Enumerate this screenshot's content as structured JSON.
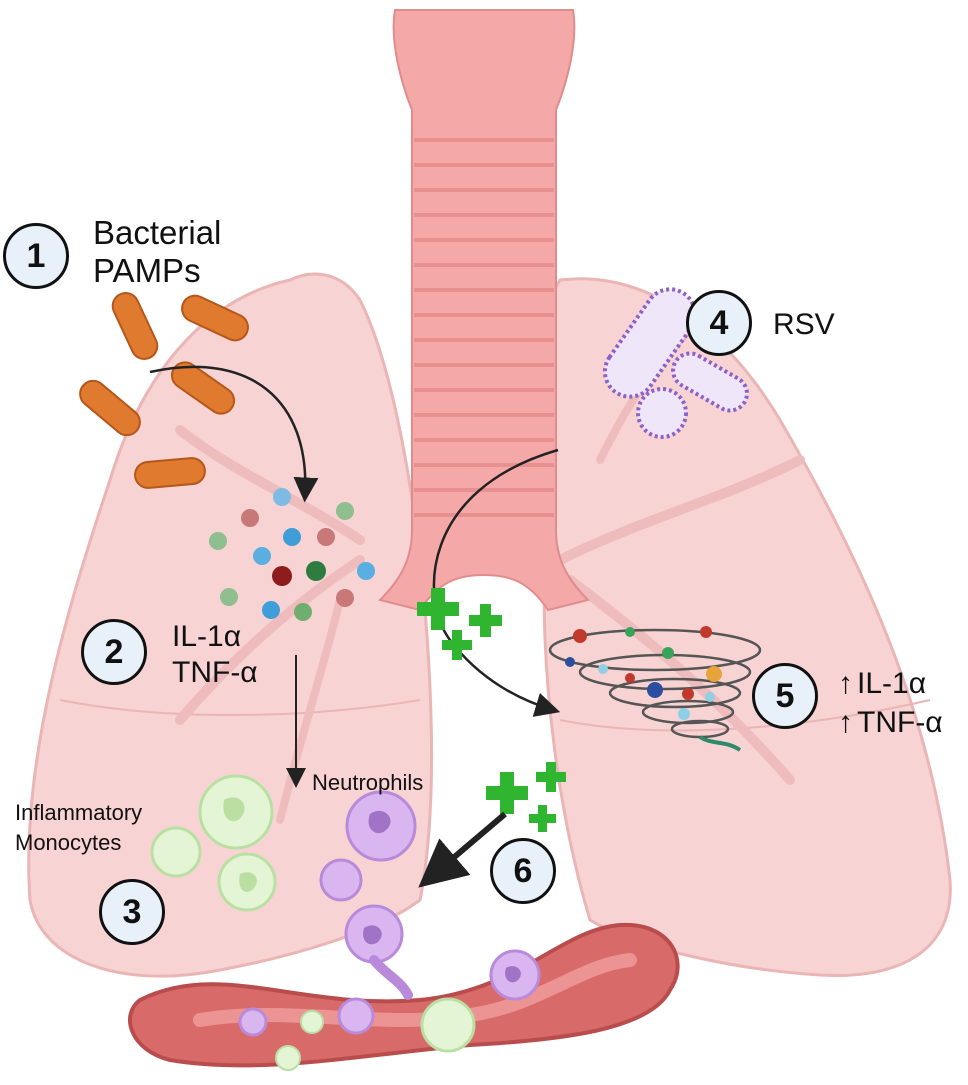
{
  "steps": [
    {
      "number": "1",
      "label_lines": [
        "Bacterial",
        "PAMPs"
      ]
    },
    {
      "number": "2",
      "label_lines": [
        "IL-1α",
        "TNF-α"
      ]
    },
    {
      "number": "3",
      "label_lines": [
        "Inflammatory",
        "Monocytes"
      ]
    },
    {
      "number": "4",
      "label_lines": [
        "RSV"
      ]
    },
    {
      "number": "5",
      "label_lines": [
        "IL-1α",
        "TNF-α"
      ],
      "increase_marker": "↑"
    },
    {
      "number": "6",
      "label_lines": []
    }
  ],
  "neutrophils_label": "Neutrophils",
  "colors": {
    "lung_fill": "#f8d3d3",
    "lung_outline": "#eab5b5",
    "trachea": "#f0a0a0",
    "bacteria": "#e07a2e",
    "virus": "#8a62c9",
    "monocyte": "#d9f2c9",
    "neutrophil": "#c99be6",
    "plus": "#2fb52f",
    "vessel": "#d96a6a",
    "step_circle_fill": "#e8f1fa"
  },
  "icons": [
    "bacterium-icon",
    "rsv-virion-icon",
    "cytokine-icon",
    "plus-icon",
    "monocyte-icon",
    "neutrophil-icon",
    "blood-vessel-icon"
  ]
}
